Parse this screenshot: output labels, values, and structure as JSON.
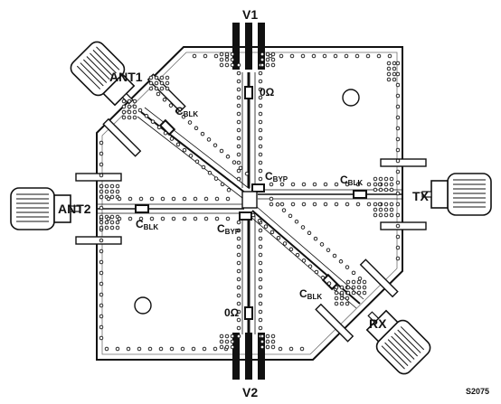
{
  "labels": {
    "v1": "V1",
    "v2": "V2",
    "ant1": "ANT1",
    "ant2": "ANT2",
    "tx": "TX",
    "rx": "RX",
    "zero_ohm_top": "0Ω",
    "zero_ohm_bottom": "0Ω",
    "figure_code": "S2075"
  },
  "caps": {
    "c_letter": "C",
    "blk": "BLK",
    "byp": "BYP"
  },
  "icons": {
    "connector": "sma-connector-icon",
    "via": "via-icon",
    "mount_hole": "mounting-hole-icon"
  }
}
